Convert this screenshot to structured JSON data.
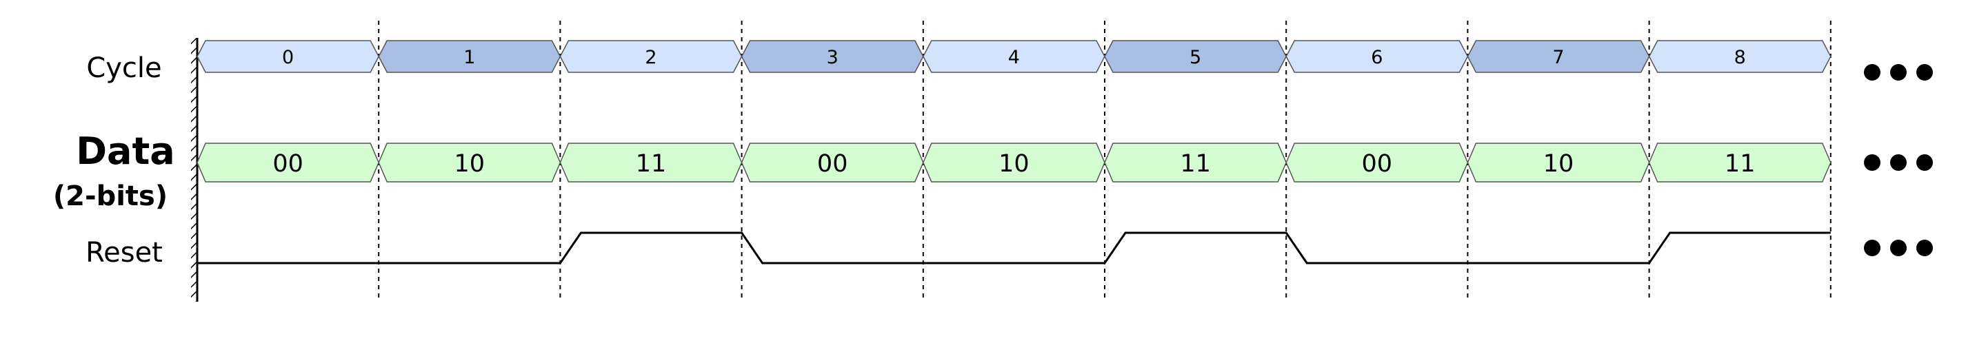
{
  "labels": {
    "cycle": "Cycle",
    "data": "Data",
    "data_sub": "(2-bits)",
    "reset": "Reset"
  },
  "cycles": [
    "0",
    "1",
    "2",
    "3",
    "4",
    "5",
    "6",
    "7",
    "8"
  ],
  "data_values": [
    "00",
    "10",
    "11",
    "00",
    "10",
    "11",
    "00",
    "10",
    "11"
  ],
  "reset_levels": [
    0,
    0,
    1,
    0,
    0,
    1,
    0,
    0,
    1
  ],
  "colors": {
    "cycle_light": "#d3e3fb",
    "cycle_dark": "#a9bfe3",
    "data_fill": "#d4fdd2",
    "outline": "#555555"
  },
  "continuation_icon": "ellipsis-dots-icon"
}
